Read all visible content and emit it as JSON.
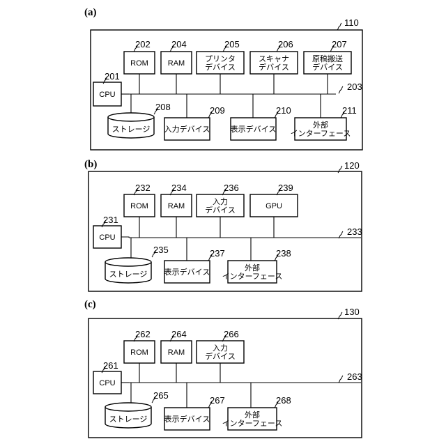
{
  "panels": [
    {
      "tag": "(a)",
      "ref": "110",
      "bus_ref": "203",
      "blocks": [
        {
          "key": "cpu",
          "lines": [
            "CPU"
          ],
          "ref": "201"
        },
        {
          "key": "rom",
          "lines": [
            "ROM"
          ],
          "ref": "202"
        },
        {
          "key": "ram",
          "lines": [
            "RAM"
          ],
          "ref": "204"
        },
        {
          "key": "printer",
          "lines": [
            "プリンタ",
            "デバイス"
          ],
          "ref": "205"
        },
        {
          "key": "scanner",
          "lines": [
            "スキャナ",
            "デバイス"
          ],
          "ref": "206"
        },
        {
          "key": "doc-feeder",
          "lines": [
            "原稿搬送",
            "デバイス"
          ],
          "ref": "207"
        },
        {
          "key": "storage",
          "lines": [
            "ストレージ"
          ],
          "ref": "208"
        },
        {
          "key": "input",
          "lines": [
            "入力デバイス"
          ],
          "ref": "209"
        },
        {
          "key": "display",
          "lines": [
            "表示デバイス"
          ],
          "ref": "210"
        },
        {
          "key": "ext-if",
          "lines": [
            "外部",
            "インターフェース"
          ],
          "ref": "211"
        }
      ]
    },
    {
      "tag": "(b)",
      "ref": "120",
      "bus_ref": "233",
      "blocks": [
        {
          "key": "cpu",
          "lines": [
            "CPU"
          ],
          "ref": "231"
        },
        {
          "key": "rom",
          "lines": [
            "ROM"
          ],
          "ref": "232"
        },
        {
          "key": "ram",
          "lines": [
            "RAM"
          ],
          "ref": "234"
        },
        {
          "key": "input",
          "lines": [
            "入力",
            "デバイス"
          ],
          "ref": "236"
        },
        {
          "key": "gpu",
          "lines": [
            "GPU"
          ],
          "ref": "239"
        },
        {
          "key": "storage",
          "lines": [
            "ストレージ"
          ],
          "ref": "235"
        },
        {
          "key": "display",
          "lines": [
            "表示デバイス"
          ],
          "ref": "237"
        },
        {
          "key": "ext-if",
          "lines": [
            "外部",
            "インターフェース"
          ],
          "ref": "238"
        }
      ]
    },
    {
      "tag": "(c)",
      "ref": "130",
      "bus_ref": "263",
      "blocks": [
        {
          "key": "cpu",
          "lines": [
            "CPU"
          ],
          "ref": "261"
        },
        {
          "key": "rom",
          "lines": [
            "ROM"
          ],
          "ref": "262"
        },
        {
          "key": "ram",
          "lines": [
            "RAM"
          ],
          "ref": "264"
        },
        {
          "key": "input",
          "lines": [
            "入力",
            "デバイス"
          ],
          "ref": "266"
        },
        {
          "key": "storage",
          "lines": [
            "ストレージ"
          ],
          "ref": "265"
        },
        {
          "key": "display",
          "lines": [
            "表示デバイス"
          ],
          "ref": "267"
        },
        {
          "key": "ext-if",
          "lines": [
            "外部",
            "インターフェース"
          ],
          "ref": "268"
        }
      ]
    }
  ]
}
